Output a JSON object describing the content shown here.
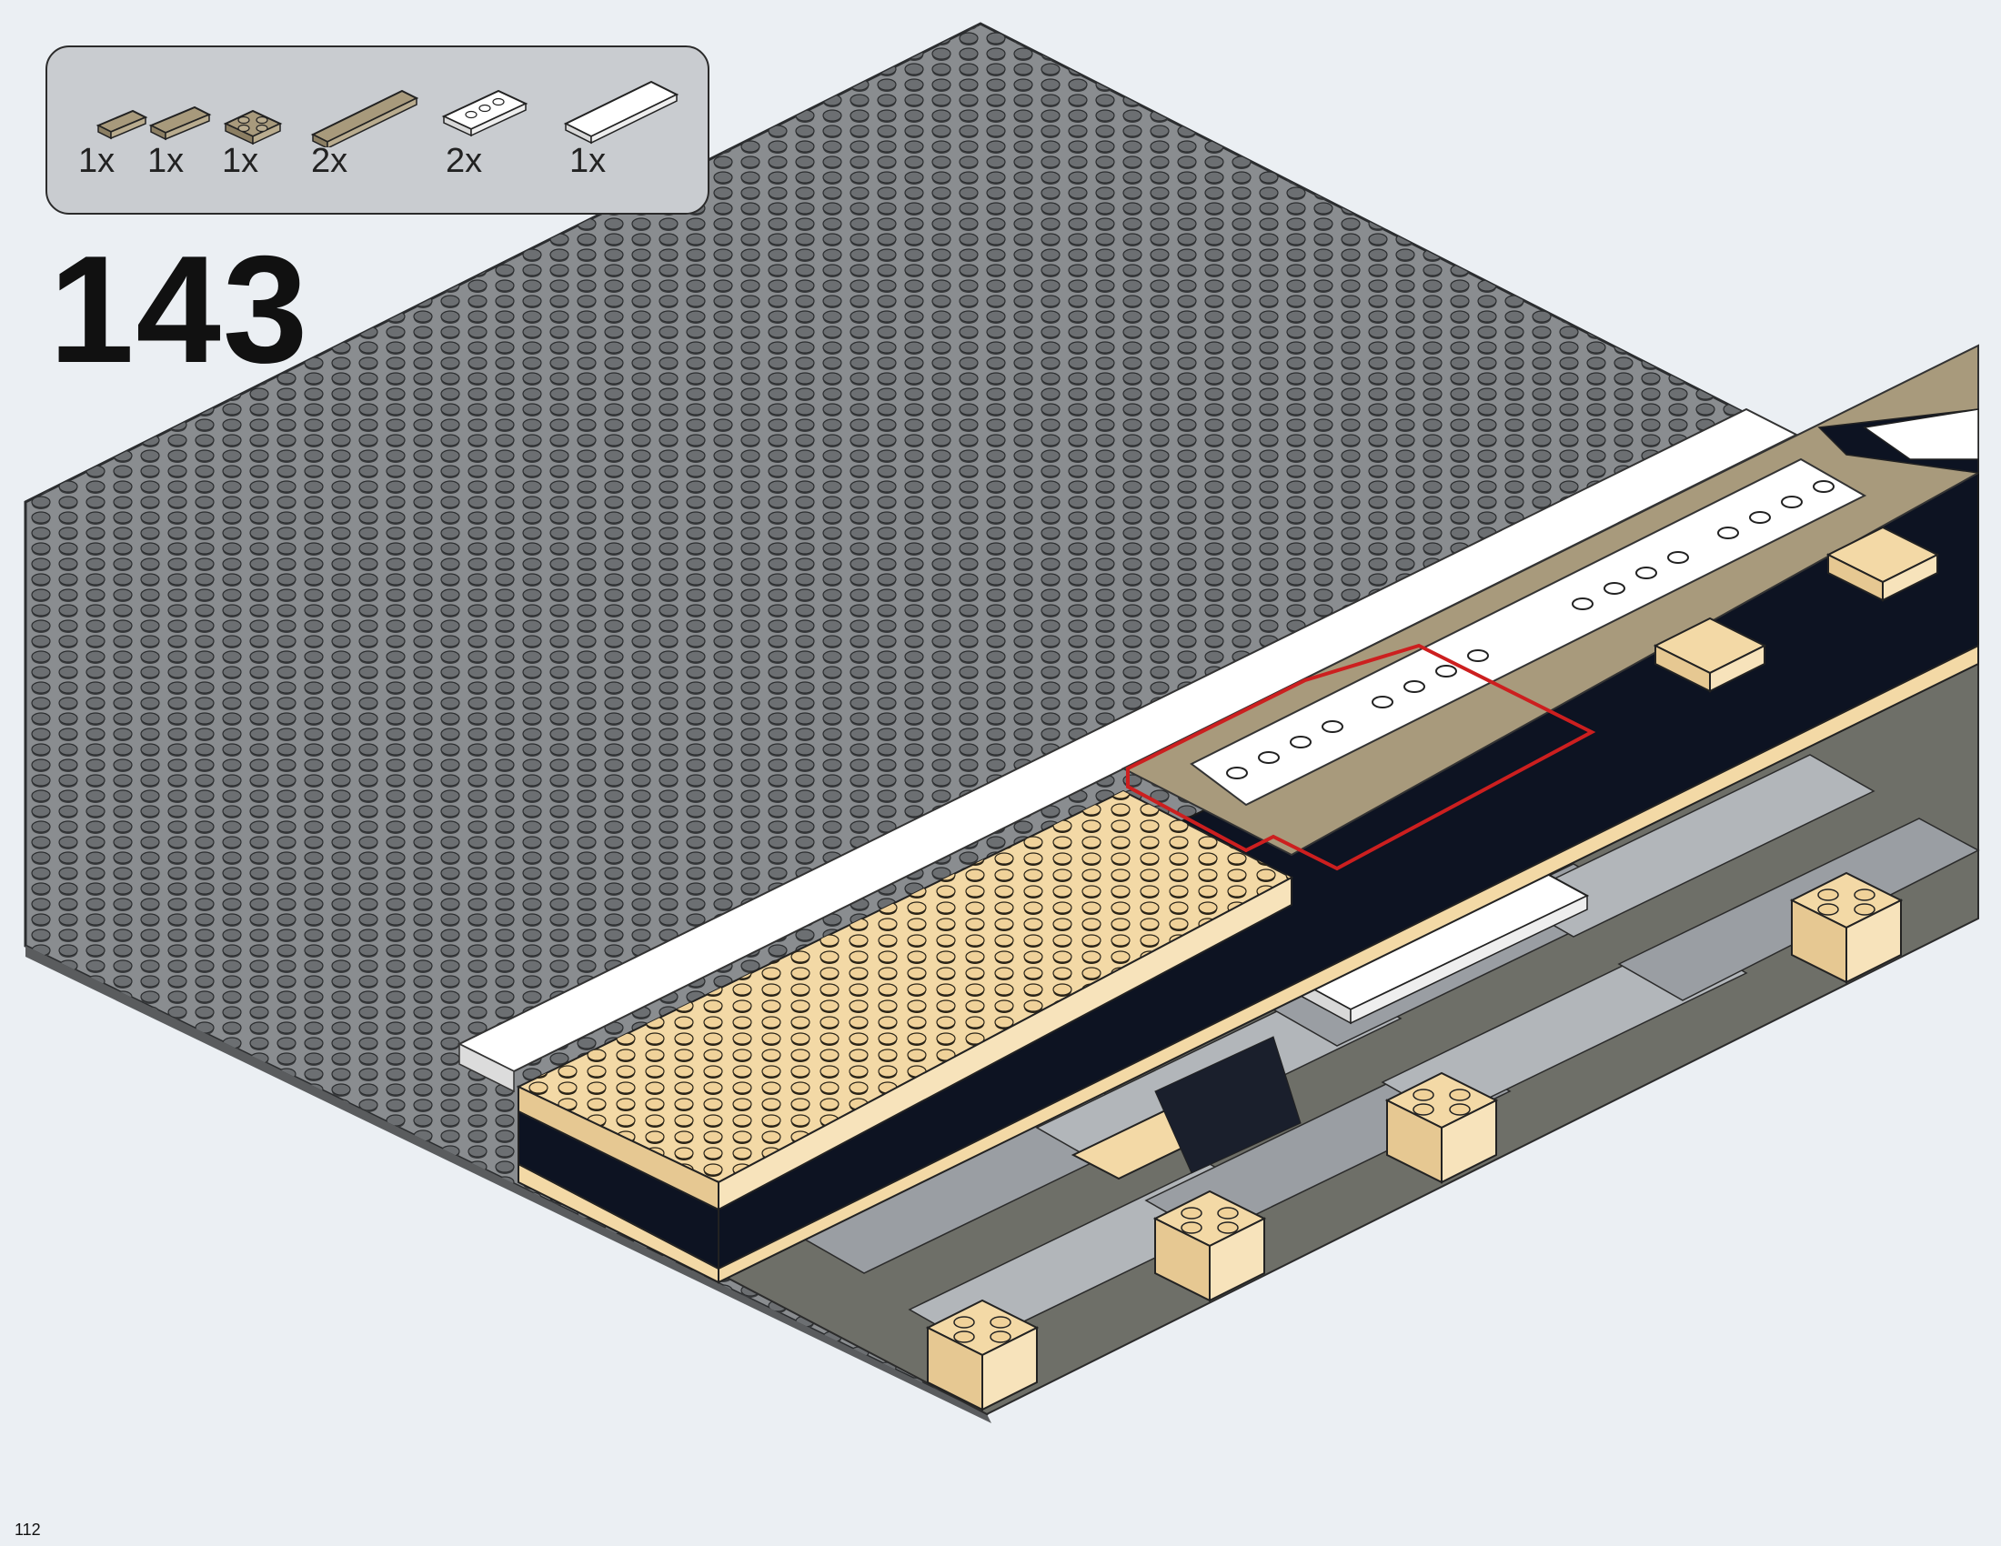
{
  "step": {
    "number": "143"
  },
  "page": {
    "number": "112"
  },
  "parts_list": {
    "items": [
      {
        "name": "tan-tile-1x2",
        "quantity": "1x",
        "color": "#a89a7c"
      },
      {
        "name": "tan-tile-1x3",
        "quantity": "1x",
        "color": "#a89a7c"
      },
      {
        "name": "tan-plate-2x2",
        "quantity": "1x",
        "color": "#a89a7c"
      },
      {
        "name": "tan-tile-1x6",
        "quantity": "2x",
        "color": "#a89a7c"
      },
      {
        "name": "white-plate-2x4-jumper",
        "quantity": "2x",
        "color": "#ffffff"
      },
      {
        "name": "white-tile-2x6",
        "quantity": "1x",
        "color": "#ffffff"
      }
    ]
  },
  "colors": {
    "baseplate": "#8a8d90",
    "stud": "#6a6d70",
    "tan": "#f3d9a6",
    "dark_tan": "#a89a7c",
    "white": "#ffffff",
    "black": "#0d1322",
    "callout": "#cc1f1f"
  }
}
